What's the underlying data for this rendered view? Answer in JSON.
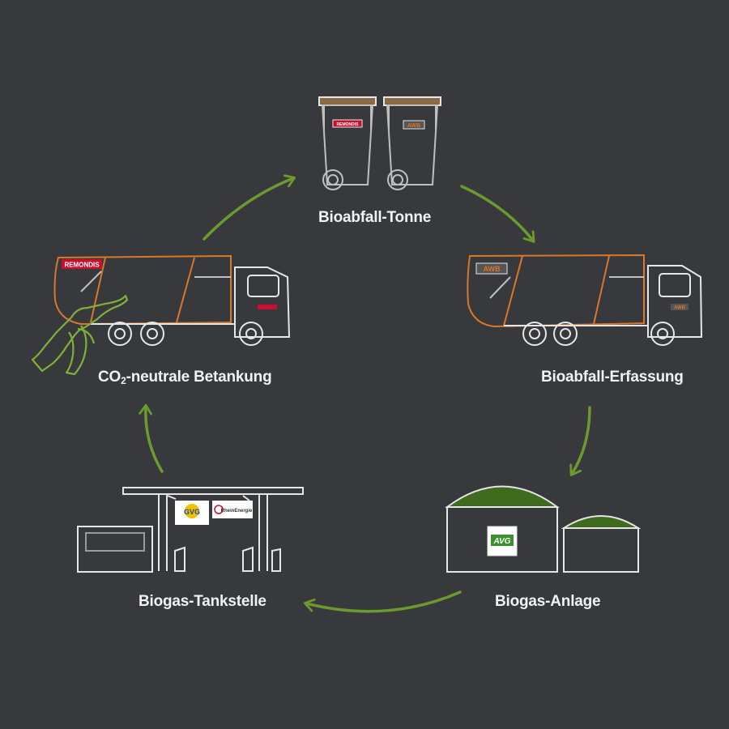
{
  "diagram": {
    "type": "cycle",
    "stages": {
      "bin": {
        "label": "Bioabfall-Tonne"
      },
      "collection": {
        "label": "Bioabfall-Erfassung"
      },
      "plant": {
        "label": "Biogas-Anlage"
      },
      "station": {
        "label": "Biogas-Tankstelle"
      },
      "fueling": {
        "label_prefix": "CO",
        "label_sub": "2",
        "label_suffix": "-neutrale Betankung"
      }
    },
    "logos": {
      "remondis": "REMONDIS",
      "awb": "AWB",
      "avg": "AVG",
      "gvg": "GVG",
      "rheinenergie": "RheinEnergie"
    },
    "colors": {
      "background": "#37393d",
      "arrow": "#6c9a2e",
      "outline": "#e6e6e6",
      "truck_body": "#d9772b",
      "biogas_dome": "#3f6b1f",
      "fuel_nozzle": "#7fb13a",
      "remondis_red": "#c8102e",
      "awb_orange": "#d9772b"
    }
  }
}
